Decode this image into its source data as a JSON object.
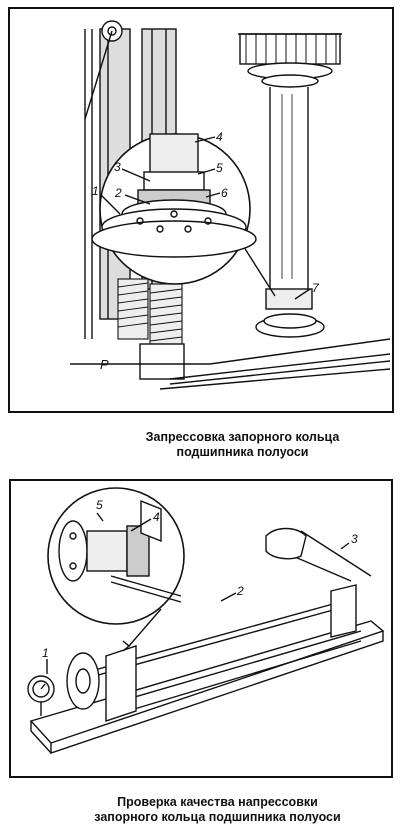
{
  "figure1": {
    "caption_line1": "Запрессовка запорного кольца",
    "caption_line2": "подшипника полуоси",
    "callouts": [
      "1",
      "2",
      "3",
      "4",
      "5",
      "6",
      "7"
    ]
  },
  "figure2": {
    "caption_line1": "Проверка качества напрессовки",
    "caption_line2": "запорного кольца подшипника полуоси",
    "callouts": [
      "1",
      "2",
      "3",
      "4",
      "5"
    ]
  }
}
